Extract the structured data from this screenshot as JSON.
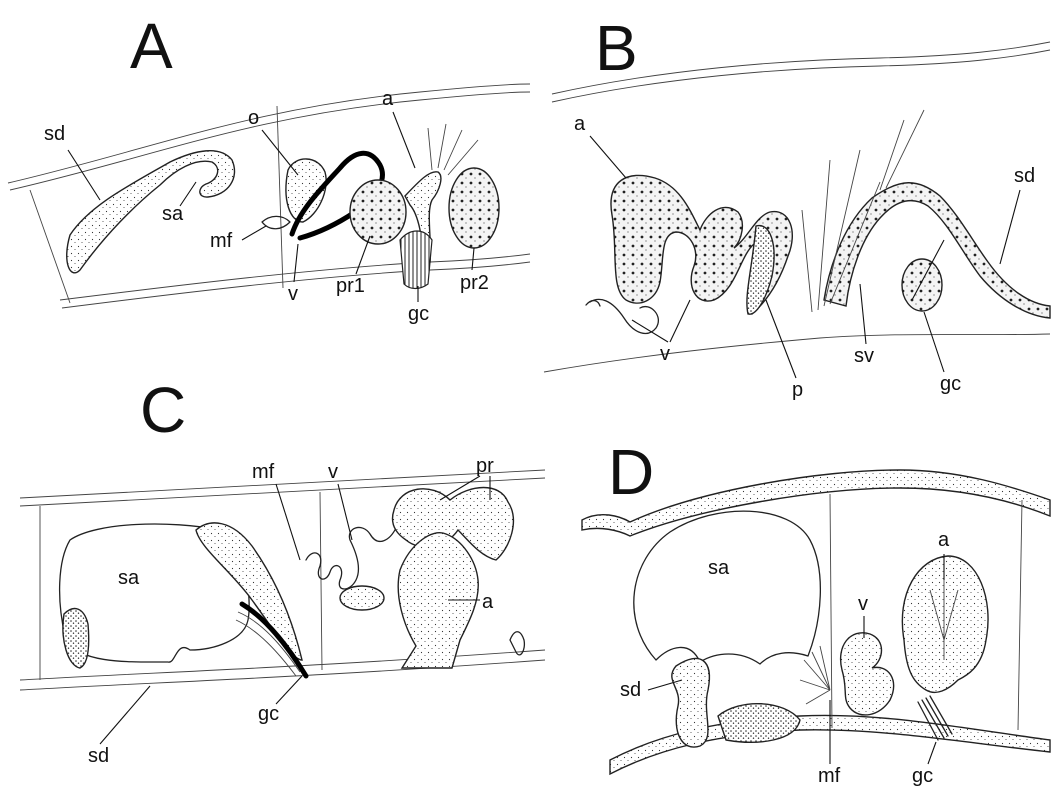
{
  "panels": [
    {
      "letter": "A",
      "labels": {
        "sd": "sd",
        "o": "o",
        "a": "a",
        "sa": "sa",
        "mf": "mf",
        "v": "v",
        "pr1": "pr1",
        "gc": "gc",
        "pr2": "pr2"
      }
    },
    {
      "letter": "B",
      "labels": {
        "a": "a",
        "sd": "sd",
        "v": "v",
        "p": "p",
        "sv": "sv",
        "gc": "gc"
      }
    },
    {
      "letter": "C",
      "labels": {
        "pr": "pr",
        "mf": "mf",
        "v": "v",
        "sa": "sa",
        "a": "a",
        "sd": "sd",
        "gc": "gc"
      }
    },
    {
      "letter": "D",
      "labels": {
        "sa": "sa",
        "a": "a",
        "v": "v",
        "sd": "sd",
        "mf": "mf",
        "gc": "gc"
      }
    }
  ]
}
